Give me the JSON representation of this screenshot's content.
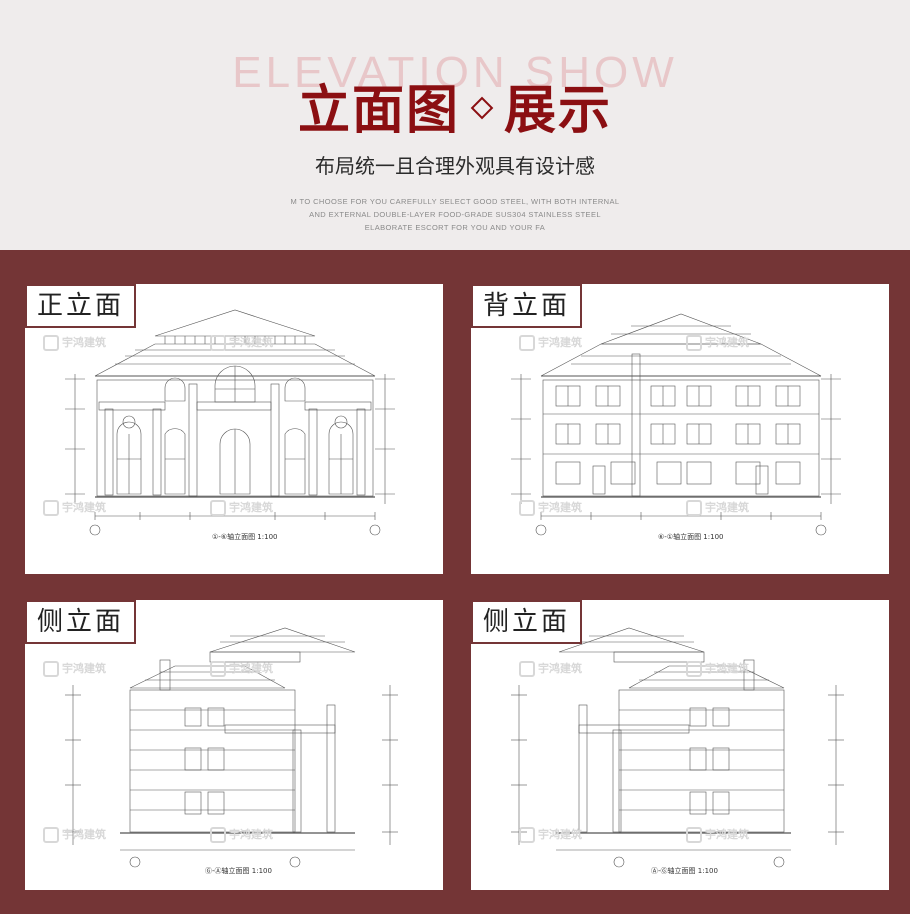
{
  "header": {
    "ghost_text": "ELEVATION SHOW",
    "title_left": "立面图",
    "title_right": "展示",
    "subtitle": "布局统一且合理外观具有设计感",
    "tagline": [
      "M TO CHOOSE FOR YOU CAREFULLY SELECT GOOD STEEL, WITH BOTH INTERNAL",
      "AND EXTERNAL DOUBLE-LAYER FOOD-GRADE SUS304 STAINLESS STEEL",
      "ELABORATE ESCORT FOR YOU AND YOUR FA"
    ]
  },
  "watermark": "宇鸿建筑",
  "panels": [
    {
      "label": "正立面",
      "caption": "①-⑥轴立面图  1:100"
    },
    {
      "label": "背立面",
      "caption": "⑥-①轴立面图  1:100"
    },
    {
      "label": "侧立面",
      "caption": "Ⓖ-Ⓐ轴立面图  1:100"
    },
    {
      "label": "侧立面",
      "caption": "Ⓐ-Ⓖ轴立面图  1:100"
    }
  ],
  "colors": {
    "accent": "#8b0f12",
    "band": "#743536",
    "ghost": "#e8c7c9"
  }
}
